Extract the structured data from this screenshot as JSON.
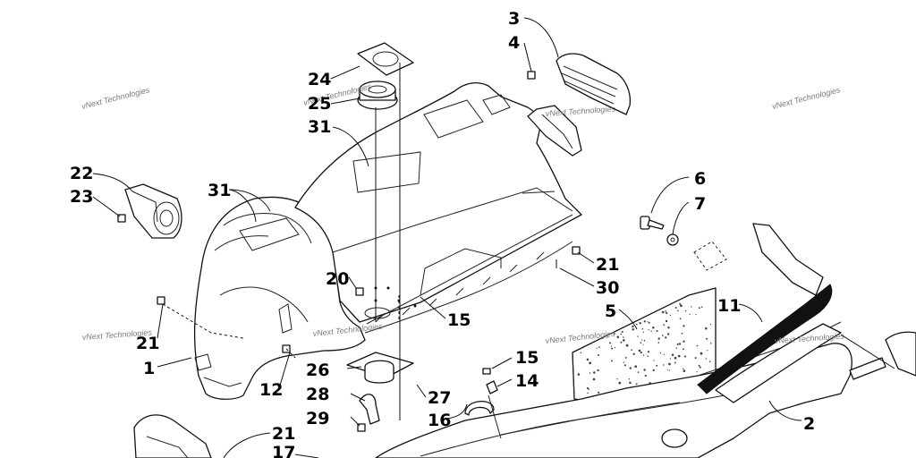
{
  "callouts": {
    "c1": "1",
    "c2": "2",
    "c3": "3",
    "c4": "4",
    "c5": "5",
    "c6": "6",
    "c7": "7",
    "c11": "11",
    "c12": "12",
    "c14": "14",
    "c15a": "15",
    "c15b": "15",
    "c16": "16",
    "c17": "17",
    "c20": "20",
    "c21a": "21",
    "c21b": "21",
    "c21c": "21",
    "c22": "22",
    "c23": "23",
    "c24": "24",
    "c25": "25",
    "c26": "26",
    "c27": "27",
    "c28": "28",
    "c29": "29",
    "c30": "30",
    "c31a": "31",
    "c31b": "31"
  },
  "watermark": {
    "text": "vNext Technologies",
    "color": "#7a7a7a"
  },
  "colors": {
    "line": "#111111",
    "background": "#ffffff"
  }
}
